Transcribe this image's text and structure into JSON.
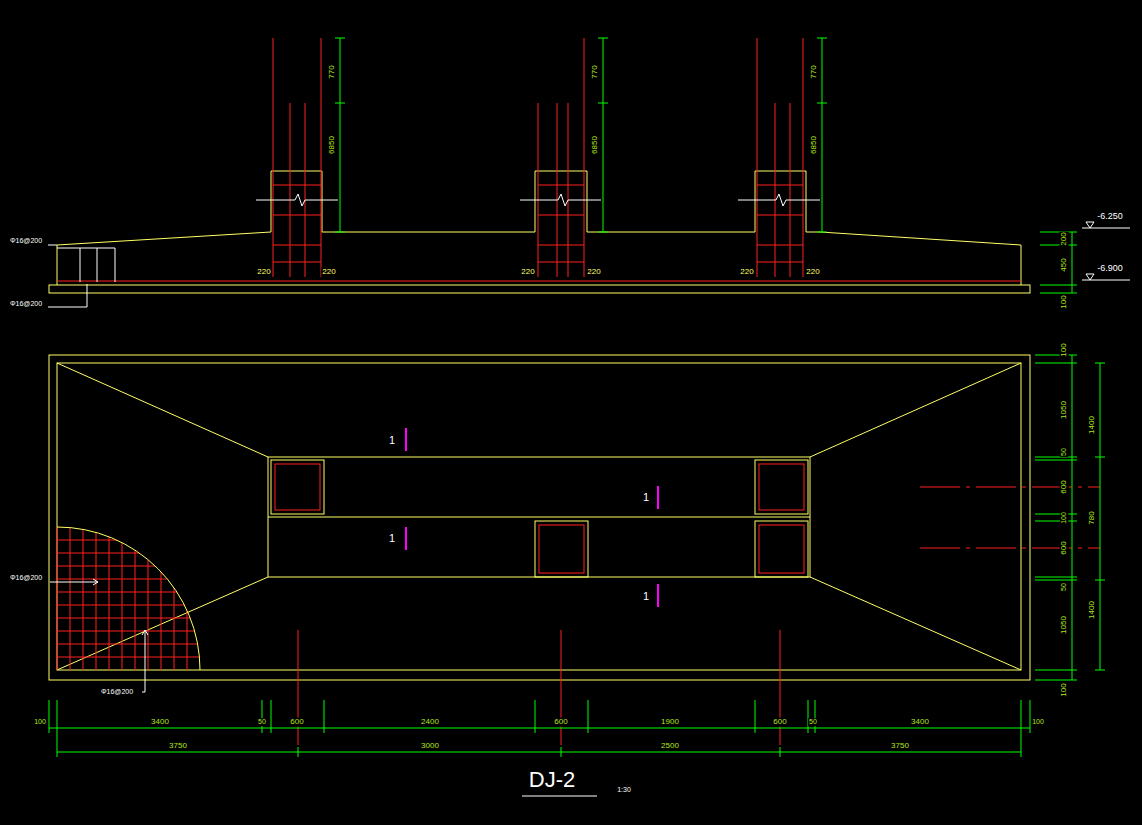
{
  "diagram": {
    "title": "DJ-2",
    "labels": [
      "770",
      "770",
      "770",
      "6850",
      "6850",
      "6850",
      "220",
      "220",
      "220",
      "220",
      "220",
      "220",
      "Φ16@200",
      "Φ16@200",
      "-6.250",
      "-6.900",
      "200",
      "450",
      "100",
      "1",
      "1",
      "1",
      "1",
      "Φ16@200",
      "Φ16@200",
      "100",
      "1050",
      "50",
      "600",
      "100",
      "600",
      "50",
      "1050",
      "100",
      "1400",
      "780",
      "1400",
      "100",
      "3400",
      "50",
      "600",
      "2400",
      "600",
      "1900",
      "600",
      "50",
      "3400",
      "100",
      "3750",
      "3000",
      "2500",
      "3750",
      "1:30"
    ]
  }
}
